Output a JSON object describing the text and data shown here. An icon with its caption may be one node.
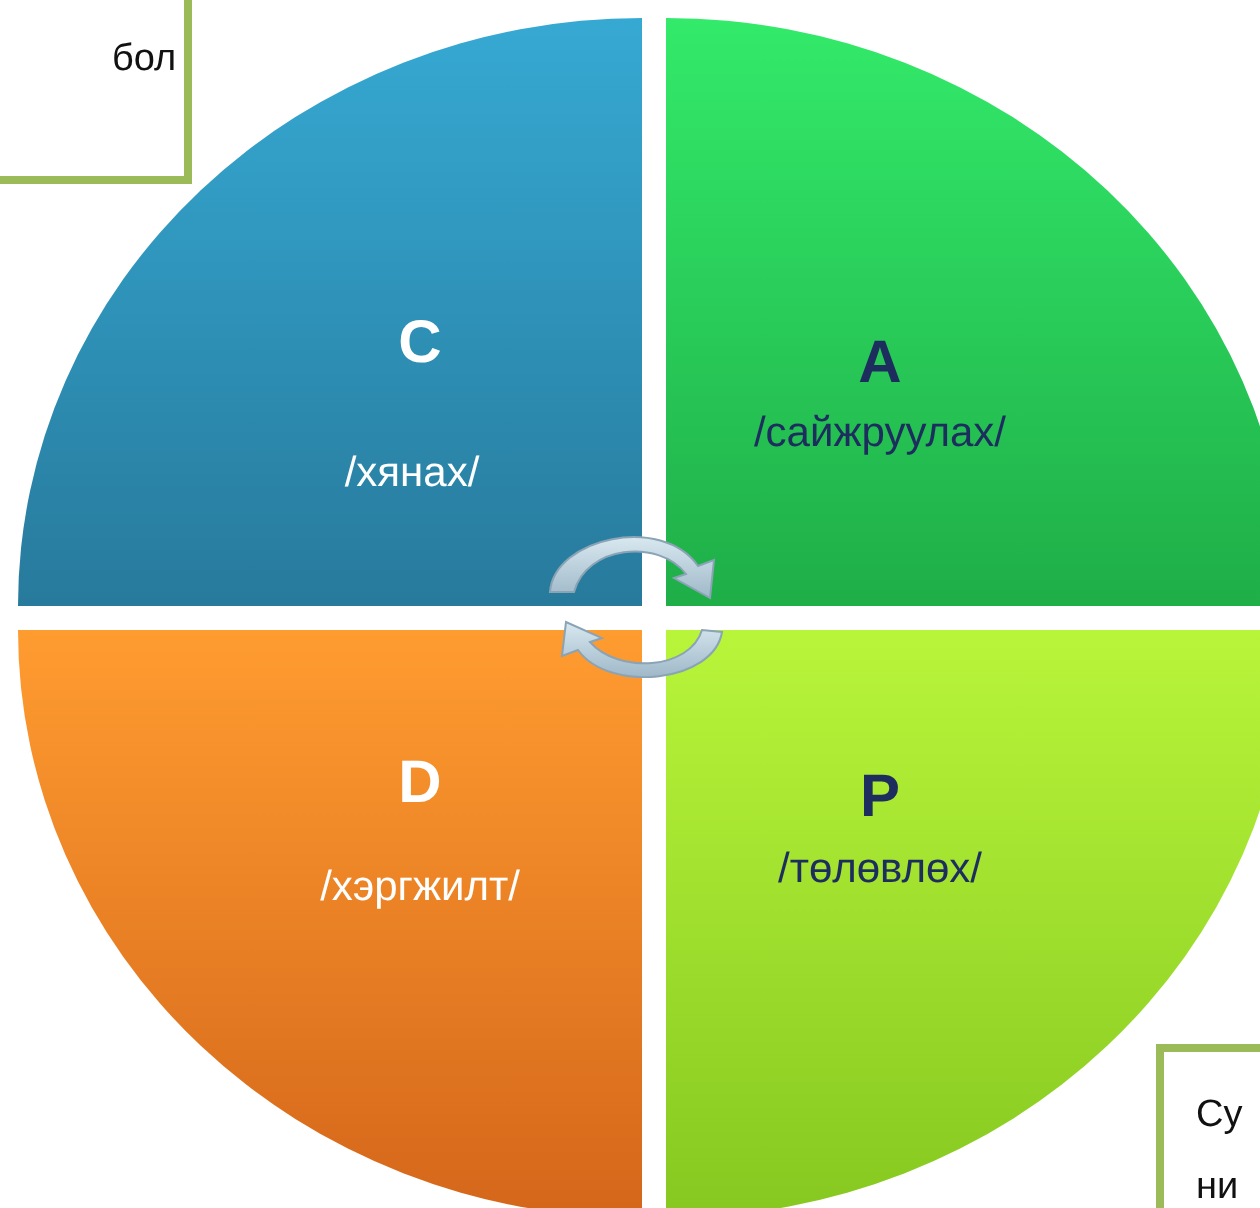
{
  "diagram": {
    "nodes": [
      {
        "text": [
          "бол"
        ]
      },
      {
        "text": [
          "C",
          "/хянах/"
        ]
      },
      {
        "text": [
          "A",
          "/сайжруулах/"
        ]
      },
      {
        "text": [
          "D",
          "/хэргжилт/"
        ]
      },
      {
        "text": [
          "P",
          "/төлөвлөх/"
        ]
      },
      {
        "text": [
          "Су ни"
        ]
      }
    ]
  }
}
